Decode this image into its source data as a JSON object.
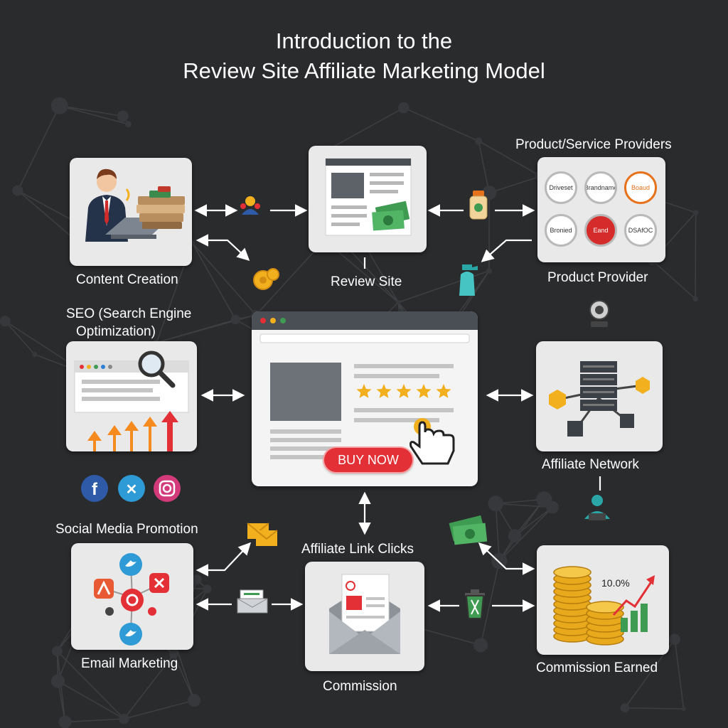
{
  "title": {
    "line1": "Introduction to the",
    "line2": "Review Site Affiliate Marketing Model"
  },
  "nodes": {
    "content_creation": "Content Creation",
    "review_site": "Review Site",
    "product_service_providers": "Product/Service Providers",
    "product_provider": "Product Provider",
    "seo_line1": "SEO (Search Engine",
    "seo_line2": "Optimization)",
    "affiliate_network": "Affiliate Network",
    "social_media_promotion": "Social Media Promotion",
    "affiliate_link_clicks": "Affiliate Link Clicks",
    "email_marketing": "Email Marketing",
    "commission": "Commission",
    "commission_earned": "Commission Earned"
  },
  "provider_logos": [
    "Driveset",
    "Brandname",
    "Boaud",
    "Bronied",
    "Eand",
    "DSAfOC"
  ],
  "buy_button": "BUY NOW",
  "commission_percent": "10.0%",
  "rating_stars": 5,
  "colors": {
    "background": "#2a2b2d",
    "box": "#e9e9e9",
    "buy_button": "#e23036",
    "star": "#f2b01e",
    "arrow": "#ffffff"
  },
  "icons": [
    "person-laptop-icon",
    "user-group-icon",
    "coins-icon",
    "browser-window-icon",
    "money-icon",
    "jar-icon",
    "bottle-icon",
    "webcam-icon",
    "magnifier-icon",
    "cursor-hand-icon",
    "server-network-icon",
    "facebook-icon",
    "x-icon",
    "instagram-icon",
    "envelope-icon",
    "twitter-icon",
    "trash-icon",
    "coin-stack-icon",
    "growth-chart-icon"
  ]
}
